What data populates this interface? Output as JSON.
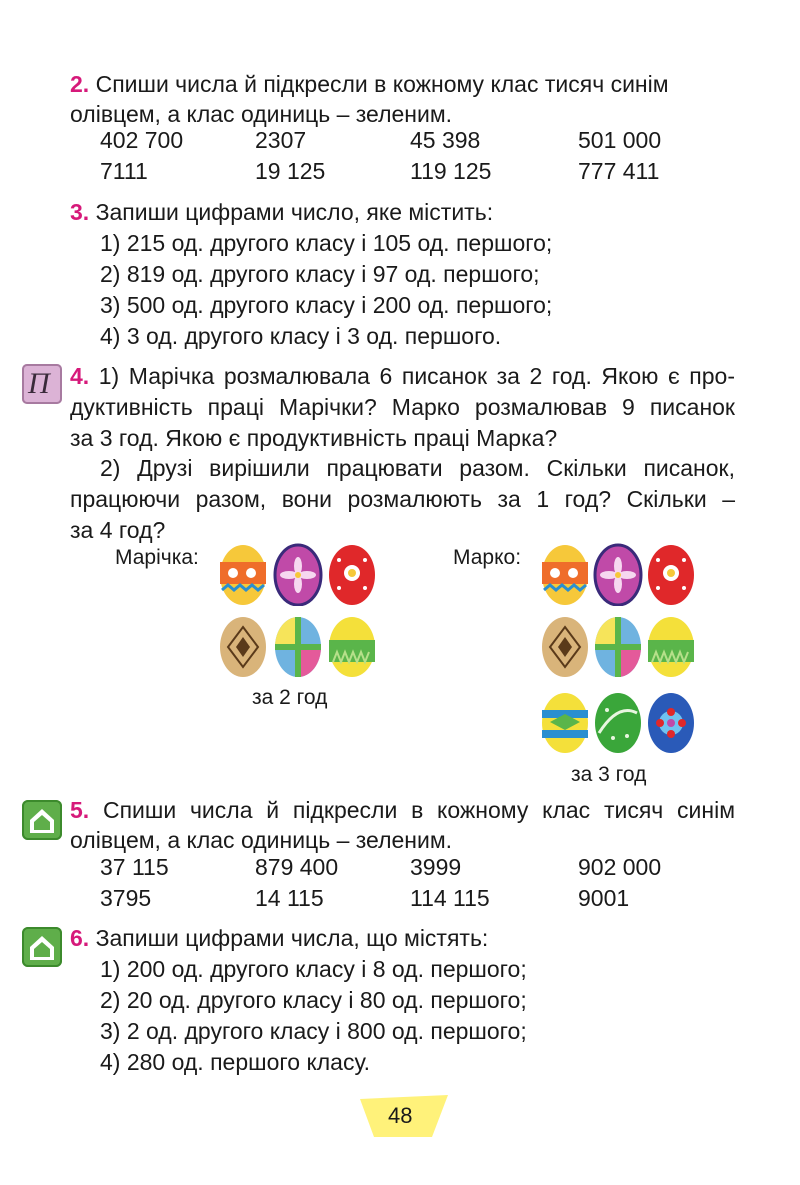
{
  "task2": {
    "number": "2.",
    "line1": "Спиши числа й підкресли в кожному клас тисяч синім",
    "line2": "олівцем, а клас одиниць – зеленим.",
    "numbers": [
      [
        "402 700",
        "2307",
        "45 398",
        "501 000"
      ],
      [
        "7111",
        "19 125",
        "119 125",
        "777 411"
      ]
    ]
  },
  "task3": {
    "number": "3.",
    "intro": "Запиши цифрами число, яке містить:",
    "items": [
      "1)  215 од. другого класу і 105 од. першого;",
      "2)  819 од. другого класу і 97 од. першого;",
      "3)  500 од. другого класу і 200 од. першого;",
      "4)  3 од. другого класу і 3 од. першого."
    ]
  },
  "task4": {
    "number": "4.",
    "badge": "П",
    "p1": [
      "1)  Марічка розмалювала 6 писанок за 2 год. Якою є про-",
      "дуктивність праці Марічки? Марко розмалював 9 писанок",
      "за 3 год. Якою є продуктивність праці Марка?"
    ],
    "p2": [
      "2) Друзі вирішили працювати разом. Скільки писанок,",
      "працюючи разом, вони розмалюють за 1 год? Скільки –",
      "за 4 год?"
    ],
    "maria_label": "Марічка:",
    "marko_label": "Марко:",
    "maria_caption": "за 2 год",
    "marko_caption": "за 3 год"
  },
  "task5": {
    "number": "5.",
    "line1": "Спиши числа й підкресли в кожному клас тисяч синім",
    "line2": "олівцем, а клас одиниць – зеленим.",
    "numbers": [
      [
        "37 115",
        "879 400",
        "3999",
        "902 000"
      ],
      [
        "3795",
        "14 115",
        "114 115",
        "9001"
      ]
    ]
  },
  "task6": {
    "number": "6.",
    "intro": "Запиши цифрами числа, що містять:",
    "items": [
      "1) 200 од. другого класу і 8 од. першого;",
      "2) 20 од. другого класу і 80 од. першого;",
      "3) 2 од. другого класу і 800 од. першого;",
      "4) 280 од. першого класу."
    ]
  },
  "page_number": "48",
  "colors": {
    "accent": "#d6197a",
    "home_badge": "#5fae4a",
    "practice_badge": "#dcb3d6",
    "page_tab": "#fff27a"
  }
}
